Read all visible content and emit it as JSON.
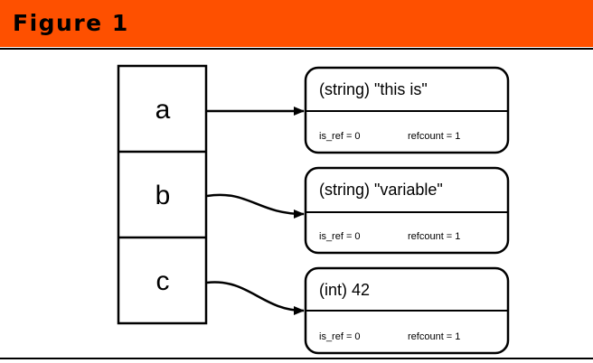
{
  "header": {
    "title": "Figure 1",
    "background": "#fe5000"
  },
  "variables": [
    {
      "name": "a"
    },
    {
      "name": "b"
    },
    {
      "name": "c"
    }
  ],
  "values": [
    {
      "value": "(string) \"this is\"",
      "is_ref": "is_ref = 0",
      "refcount": "refcount = 1"
    },
    {
      "value": "(string) \"variable\"",
      "is_ref": "is_ref = 0",
      "refcount": "refcount = 1"
    },
    {
      "value": "(int) 42",
      "is_ref": "is_ref = 0",
      "refcount": "refcount = 1"
    }
  ]
}
